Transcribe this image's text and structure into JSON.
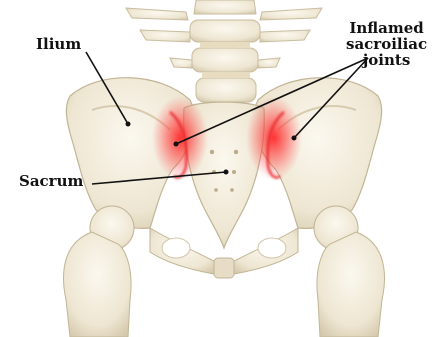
{
  "labels": {
    "ilium": "Ilium",
    "sacrum": "Sacrum",
    "joints_line1": "Inflamed",
    "joints_line2": "sacroiliac",
    "joints_line3": "joints"
  },
  "colors": {
    "background": "#ffffff",
    "bone": "#f1ebdc",
    "bone_shadow": "#d9cfb8",
    "inflammation": "#e8262a",
    "leader_line": "#111111"
  }
}
